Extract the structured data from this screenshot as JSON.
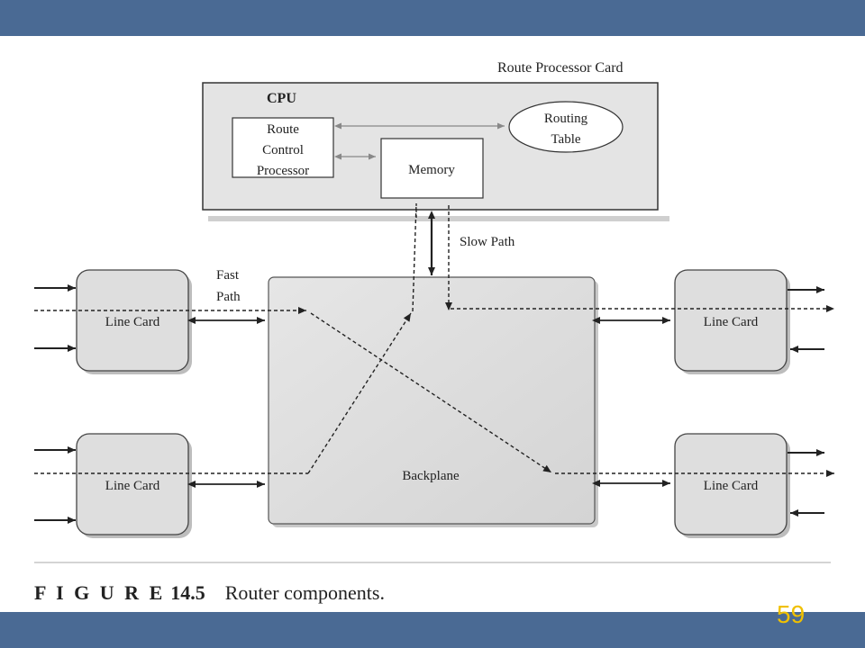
{
  "slide": {
    "page_number": "59",
    "colors": {
      "band": "#4a6a94",
      "page_number": "#f0c000"
    }
  },
  "figure": {
    "label": "F I G U R E",
    "number": "14.5",
    "title": "Router components."
  },
  "diagram": {
    "route_processor_card": "Route Processor Card",
    "cpu": "CPU",
    "route_control_processor": [
      "Route",
      "Control",
      "Processor"
    ],
    "routing_table": [
      "Routing",
      "Table"
    ],
    "memory": "Memory",
    "slow_path": "Slow Path",
    "fast_path": [
      "Fast",
      "Path"
    ],
    "backplane": "Backplane",
    "line_cards": [
      "Line Card",
      "Line Card",
      "Line Card",
      "Line Card"
    ]
  }
}
